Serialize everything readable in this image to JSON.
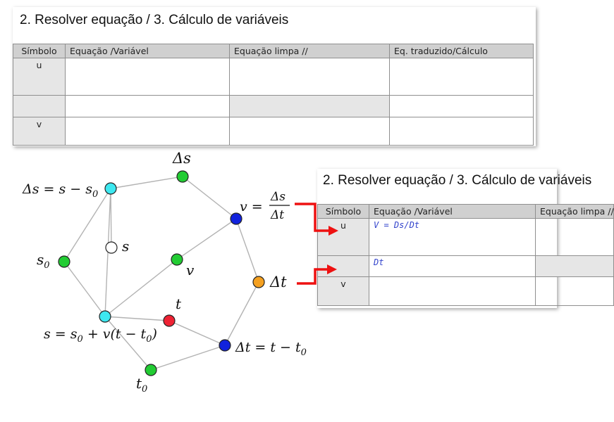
{
  "top_table": {
    "title": "2. Resolver equação / 3. Cálculo de variáveis",
    "headers": [
      "Símbolo",
      "Equação /Variável",
      "Equação limpa //",
      "Eq. traduzido/Cálculo"
    ],
    "rows": [
      {
        "symbol": "u",
        "equation": "",
        "clean": "",
        "translated": ""
      },
      {
        "symbol": "",
        "equation": "",
        "clean": "",
        "translated": ""
      },
      {
        "symbol": "v",
        "equation": "",
        "clean": "",
        "translated": ""
      }
    ]
  },
  "right_table": {
    "title": "2. Resolver equação / 3. Cálculo de variáveis",
    "headers": [
      "Símbolo",
      "Equação /Variável",
      "Equação limpa //"
    ],
    "rows": [
      {
        "symbol": "u",
        "equation": "V = Ds/Dt",
        "clean": ""
      },
      {
        "symbol": "",
        "equation": "Dt",
        "clean": ""
      },
      {
        "symbol": "v",
        "equation": "",
        "clean": ""
      }
    ]
  },
  "graph": {
    "nodes": {
      "ds_def": {
        "color": "#3de8f0"
      },
      "ds": {
        "color": "#22cc33"
      },
      "v_def": {
        "color": "#1122dd"
      },
      "dt": {
        "color": "#f4a020"
      },
      "dt_def": {
        "color": "#1122dd"
      },
      "t0": {
        "color": "#22cc33"
      },
      "s_def": {
        "color": "#3de8f0"
      },
      "s0": {
        "color": "#22cc33"
      },
      "s": {
        "color": "#ffffff"
      },
      "v": {
        "color": "#22cc33"
      },
      "t": {
        "color": "#ee2233"
      }
    },
    "labels": {
      "ds_top": "Δs",
      "ds_def_lhs": "Δs = s − s",
      "ds_def_sub": "0",
      "v_lhs": "v =",
      "v_num": "Δs",
      "v_den": "Δt",
      "dt": "Δt",
      "dt_def": "Δt = t − t",
      "dt_def_sub": "0",
      "t0": "t",
      "t0_sub": "0",
      "s_def_a": "s = s",
      "s_def_sub1": "0",
      "s_def_b": " + v(t − t",
      "s_def_sub2": "0",
      "s_def_c": ")",
      "s0": "s",
      "s0_sub": "0",
      "s": "s",
      "v": "v",
      "t": "t"
    },
    "arrow_color": "#ee1111"
  }
}
